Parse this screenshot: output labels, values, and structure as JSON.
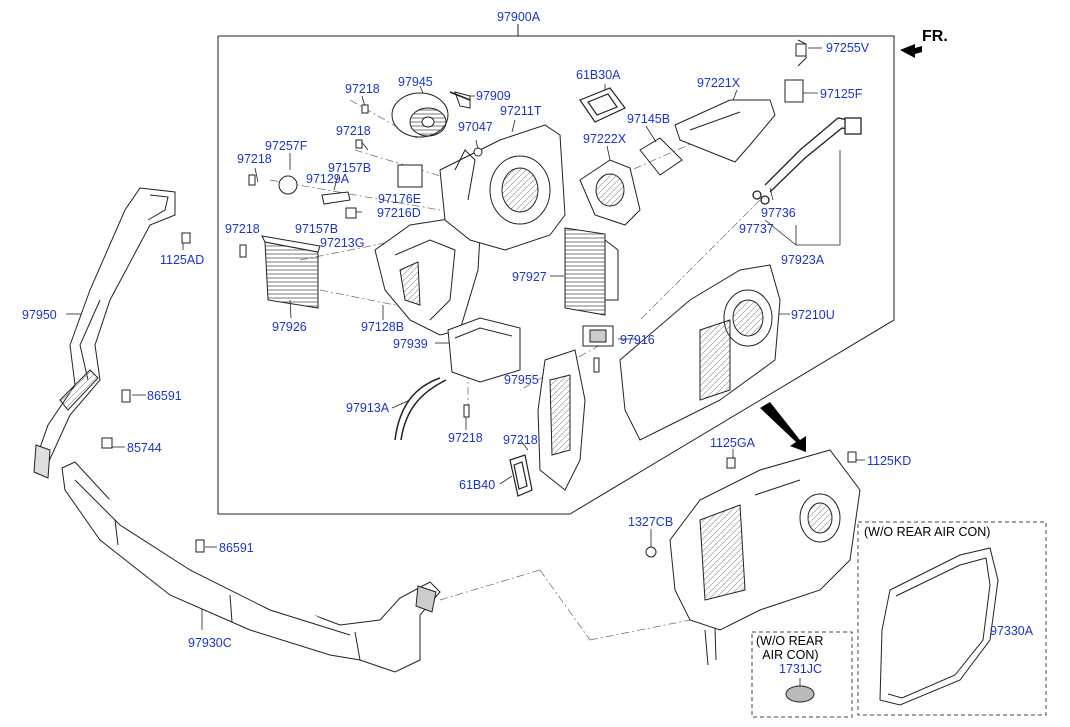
{
  "direction": "FR.",
  "colors": {
    "label": "#1a35c8",
    "line": "#222222",
    "box": "#444444"
  },
  "notes": {
    "rear_air_con_a": "(W/O REAR AIR CON)",
    "rear_air_con_b": "(W/O REAR\n  AIR CON)"
  },
  "parts": {
    "p97900A": "97900A",
    "p97255V": "97255V",
    "p97125F": "97125F",
    "p97221X": "97221X",
    "p61B30A": "61B30A",
    "p97909": "97909",
    "p97945": "97945",
    "p97218a": "97218",
    "p97218b": "97218",
    "p97218c": "97218",
    "p97218d": "97218",
    "p97218e": "97218",
    "p97218f": "97218",
    "p97047": "97047",
    "p97211T": "97211T",
    "p97145B": "97145B",
    "p97222X": "97222X",
    "p97257F": "97257F",
    "p97157Ba": "97157B",
    "p97157Bb": "97157B",
    "p97129A": "97129A",
    "p97176E": "97176E",
    "p97216D": "97216D",
    "p97213G": "97213G",
    "p97736": "97736",
    "p97737": "97737",
    "p97923A": "97923A",
    "p1125AD": "1125AD",
    "p97950": "97950",
    "p97927": "97927",
    "p97210U": "97210U",
    "p97926": "97926",
    "p97128B": "97128B",
    "p97939": "97939",
    "p97916": "97916",
    "p97955": "97955",
    "p86591a": "86591",
    "p86591b": "86591",
    "p85744": "85744",
    "p97913A": "97913A",
    "p1125GA": "1125GA",
    "p1125KD": "1125KD",
    "p61B40": "61B40",
    "p1327CB": "1327CB",
    "p97930C": "97930C",
    "p97330A": "97330A",
    "p1731JC": "1731JC"
  }
}
